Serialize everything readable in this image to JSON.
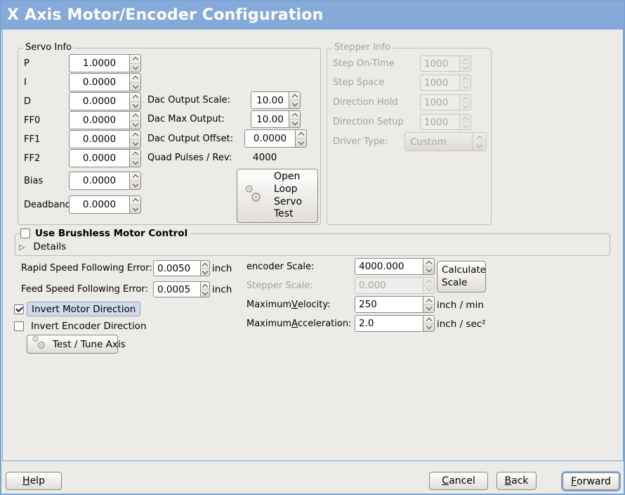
{
  "window": {
    "title": "X Axis Motor/Encoder Configuration"
  },
  "colors": {
    "header_bg": "#85a9d8",
    "window_border": "#7aa4d4",
    "background": "#edebe8",
    "focus_highlight_bg": "#d0dbea",
    "focus_highlight_border": "#97a5b8",
    "focus_ring": "#85a9d8"
  },
  "icons": {
    "gears": "⚙",
    "expander": "▷"
  },
  "servo_info": {
    "title": "Servo Info",
    "params": [
      {
        "label": "P",
        "value": "1.0000"
      },
      {
        "label": "I",
        "value": "0.0000"
      },
      {
        "label": "D",
        "value": "0.0000"
      },
      {
        "label": "FF0",
        "value": "0.0000"
      },
      {
        "label": "FF1",
        "value": "0.0000"
      },
      {
        "label": "FF2",
        "value": "0.0000"
      },
      {
        "label": "Bias",
        "value": "0.0000"
      },
      {
        "label": "Deadband",
        "value": "0.0000"
      }
    ],
    "dac": [
      {
        "label": "Dac Output Scale:",
        "value": "10.00"
      },
      {
        "label": "Dac Max Output:",
        "value": "10.00"
      },
      {
        "label": "Dac Output Offset:",
        "value": "0.0000"
      }
    ],
    "quad_pulses_label": "Quad Pulses / Rev:",
    "quad_pulses_value": "4000",
    "open_loop_button": "Open Loop Servo Test"
  },
  "stepper_info": {
    "title": "Stepper Info",
    "enabled": false,
    "params": [
      {
        "label": "Step On-Time",
        "value": "1000"
      },
      {
        "label": "Step Space",
        "value": "1000"
      },
      {
        "label": "Direction Hold",
        "value": "1000"
      },
      {
        "label": "Direction Setup",
        "value": "1000"
      }
    ],
    "driver_type_label": "Driver Type:",
    "driver_type_value": "Custom"
  },
  "brushless": {
    "checkbox_label": "Use Brushless Motor Control",
    "checked": false,
    "details_label": "Details",
    "details_expanded": false
  },
  "following_error": {
    "rapid_label": "Rapid Speed Following Error:",
    "rapid_value": "0.0050",
    "rapid_unit": "inch",
    "feed_label": "Feed Speed Following Error:",
    "feed_value": "0.0005",
    "feed_unit": "inch"
  },
  "direction": {
    "invert_motor_label": "Invert Motor Direction",
    "invert_motor_checked": true,
    "invert_encoder_label": "Invert Encoder Direction",
    "invert_encoder_checked": false,
    "test_tune_button": "Test / Tune Axis"
  },
  "scale": {
    "encoder_label": "encoder Scale:",
    "encoder_value": "4000.000",
    "stepper_label": "Stepper Scale:",
    "stepper_value": "0.000",
    "stepper_enabled": false,
    "calculate_button": "Calculate Scale",
    "max_velocity_label": {
      "pre": "Maximum ",
      "mn": "V",
      "post": "elocity:"
    },
    "max_velocity_value": "250",
    "max_velocity_unit": "inch / min",
    "max_accel_label": {
      "pre": "Maximum ",
      "mn": "A",
      "post": "cceleration:"
    },
    "max_accel_value": "2.0",
    "max_accel_unit": "inch / sec²"
  },
  "footer": {
    "help": {
      "pre": "",
      "mn": "H",
      "post": "elp"
    },
    "cancel": {
      "pre": "",
      "mn": "C",
      "post": "ancel"
    },
    "back": {
      "pre": "",
      "mn": "B",
      "post": "ack"
    },
    "forward": {
      "pre": "",
      "mn": "F",
      "post": "orward"
    }
  }
}
